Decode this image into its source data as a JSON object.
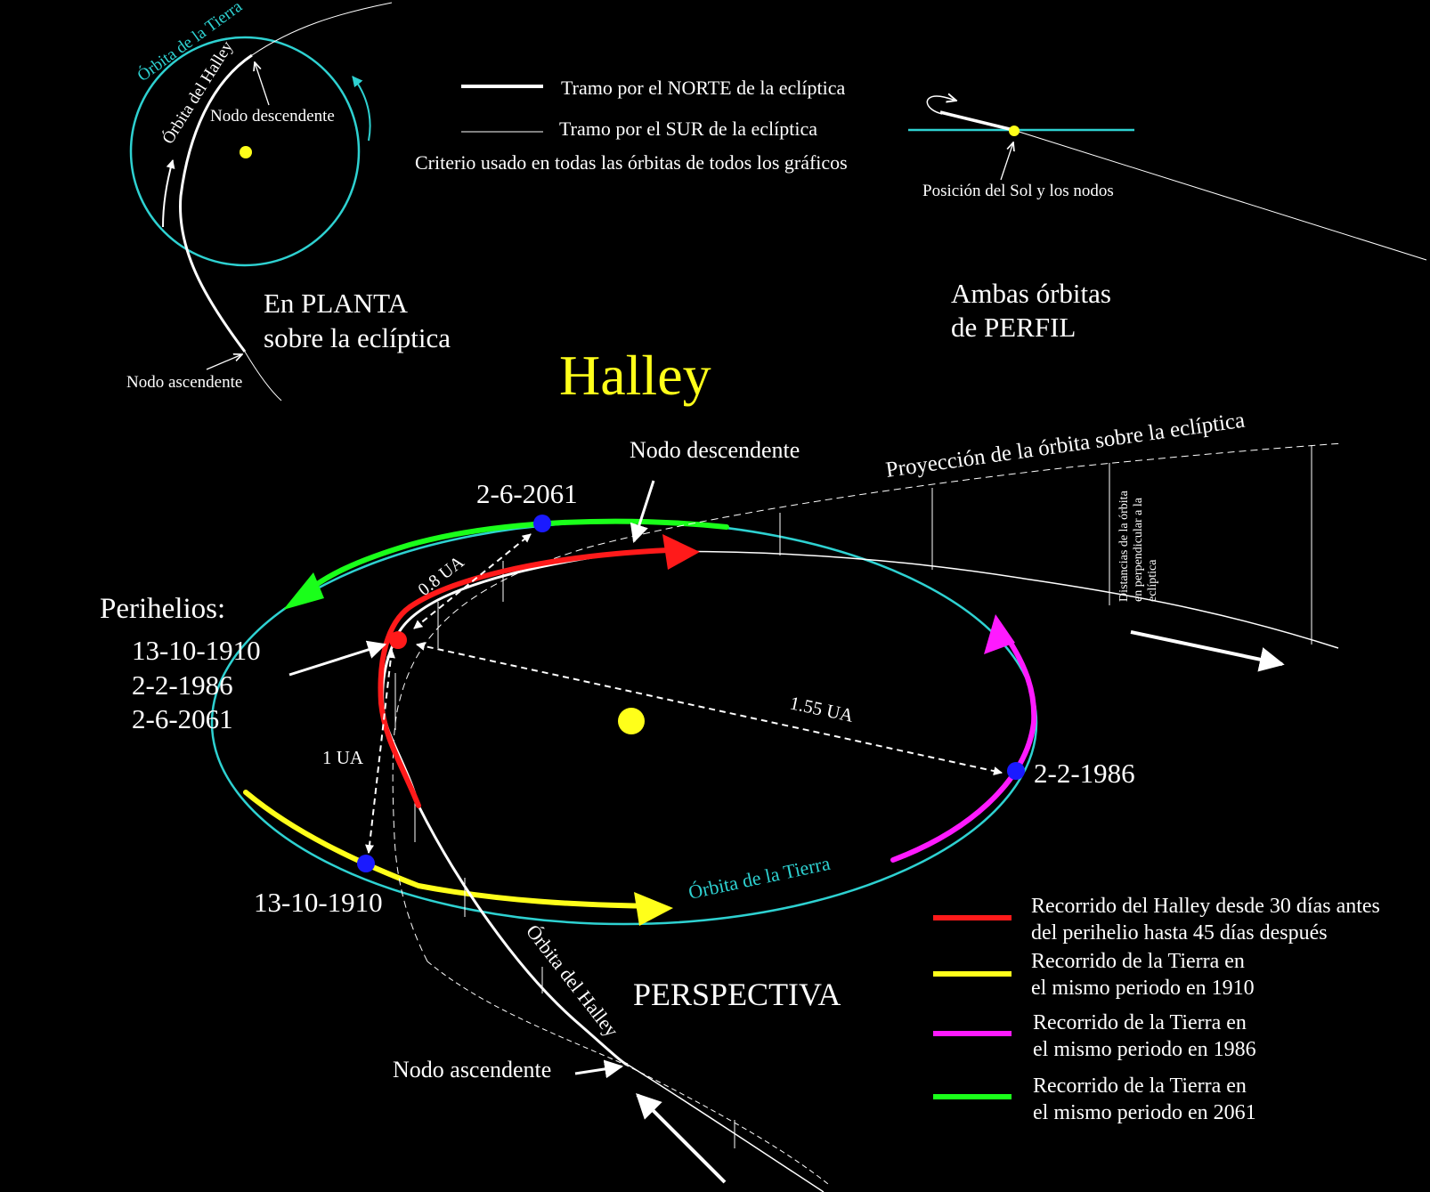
{
  "colors": {
    "background": "#000000",
    "earth_orbit": "#2ed1d1",
    "halley_orbit": "#ffffff",
    "sun": "#ffff1a",
    "red_path": "#ff1a1a",
    "yellow_path": "#ffff1a",
    "magenta_path": "#ff1aff",
    "green_path": "#1aff1a",
    "position_dot": "#1a1aff"
  },
  "title": "Halley",
  "plan_view": {
    "earth_orbit_label": "Órbita de la Tierra",
    "halley_orbit_label": "Órbita del Halley",
    "descending_node_label": "Nodo descendente",
    "ascending_node_label": "Nodo ascendente",
    "caption_line1": "En PLANTA",
    "caption_line2": "sobre la eclíptica"
  },
  "legend_top": {
    "north_label": "Tramo por el NORTE de la eclíptica",
    "south_label": "Tramo por el SUR de la eclíptica",
    "criterion_label": "Criterio usado en todas las órbitas de todos los gráficos"
  },
  "profile_view": {
    "sun_nodes_label": "Posición del Sol y los nodos",
    "caption_line1": "Ambas órbitas",
    "caption_line2": "de PERFIL"
  },
  "perspective": {
    "caption": "PERSPECTIVA",
    "descending_node_label": "Nodo descendente",
    "ascending_node_label": "Nodo ascendente",
    "projection_label": "Proyección de la órbita sobre la eclíptica",
    "distances_line1": "Distancias de la órbita",
    "distances_line2": "en perpendicular a la",
    "distances_line3": "eclíptica",
    "earth_orbit_label": "Órbita de la Tierra",
    "halley_orbit_label": "Órbita del Halley",
    "perihelia_title": "Perihelios:",
    "perihelia_dates": [
      "13-10-1910",
      "2-2-1986",
      "2-6-2061"
    ],
    "dist_08": "0.8 UA",
    "dist_155": "1.55 UA",
    "dist_1": "1 UA",
    "date_2061": "2-6-2061",
    "date_1986": "2-2-1986",
    "date_1910": "13-10-1910"
  },
  "legend_bottom": [
    {
      "line1": "Recorrido del Halley desde 30 días antes",
      "line2": "del perihelio hasta 45 días después",
      "color": "#ff1a1a"
    },
    {
      "line1": "Recorrido de la Tierra en",
      "line2": "el mismo periodo en 1910",
      "color": "#ffff1a"
    },
    {
      "line1": "Recorrido de la Tierra en",
      "line2": "el mismo periodo en 1986",
      "color": "#ff1aff"
    },
    {
      "line1": "Recorrido de la Tierra en",
      "line2": "el mismo periodo en 2061",
      "color": "#1aff1a"
    }
  ]
}
